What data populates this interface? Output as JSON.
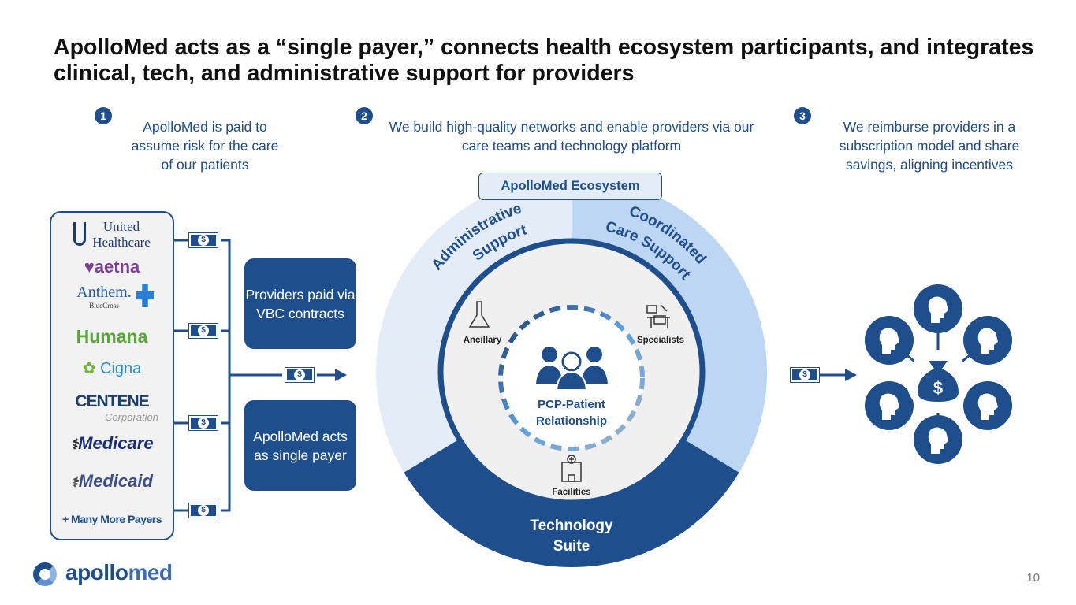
{
  "title": "ApolloMed acts as a “single payer,” connects health ecosystem participants, and integrates clinical, tech, and administrative support for providers",
  "steps": [
    {
      "number": "1",
      "text": "ApolloMed is paid to assume risk for the care of our patients"
    },
    {
      "number": "2",
      "text": "We build high-quality networks and enable providers via our care teams and technology platform"
    },
    {
      "number": "3",
      "text": "We reimburse providers in a subscription model and share savings, aligning incentives"
    }
  ],
  "payers": {
    "united_1": "United",
    "united_2": "Healthcare",
    "aetna": "aetna",
    "anthem": "Anthem.",
    "anthem_sub": "BlueCross",
    "humana": "Humana",
    "cigna": "Cigna",
    "centene": "CENTENE",
    "centene_sub": "Corporation",
    "medicare": "Medicare",
    "medicaid": "Medicaid",
    "more": "+ Many More Payers"
  },
  "boxes": {
    "providers": "Providers paid via VBC contracts",
    "single_payer": "ApolloMed acts as single payer"
  },
  "ecosystem": {
    "label": "ApolloMed Ecosystem",
    "admin_1": "Administrative",
    "admin_2": "Support",
    "coord_1": "Coordinated",
    "coord_2": "Care Support",
    "tech_1": "Technology",
    "tech_2": "Suite",
    "ancillary": "Ancillary",
    "specialists": "Specialists",
    "facilities": "Facilities",
    "center_1": "PCP-Patient",
    "center_2": "Relationship"
  },
  "money_symbol": "$",
  "footer": {
    "logo_a": "apollo",
    "logo_b": "med",
    "page": "10"
  },
  "colors": {
    "dark": "#1f4e8c",
    "light": "#e3ecf7",
    "mid": "#bcd6f3"
  }
}
